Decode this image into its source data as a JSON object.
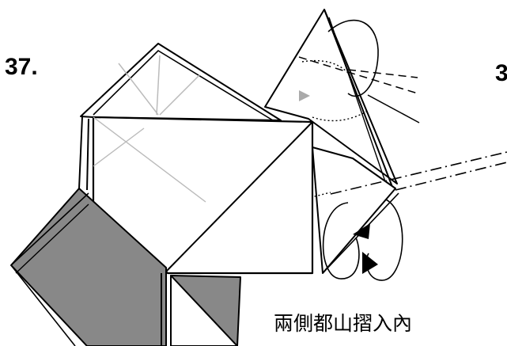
{
  "step": {
    "number": "37.",
    "next_number_partial": "3"
  },
  "caption": "兩側都山摺入內",
  "colors": {
    "line": "#000000",
    "shade": "#888888",
    "crease": "#bbbbbb",
    "arrow_light": "#aaaaaa",
    "background": "#ffffff"
  },
  "icons": {
    "fold_arrow": "solid-triangle-arrowhead",
    "hidden_arrow": "gray-triangle-arrowhead",
    "fold_motion": "curved-loop-arrow"
  }
}
